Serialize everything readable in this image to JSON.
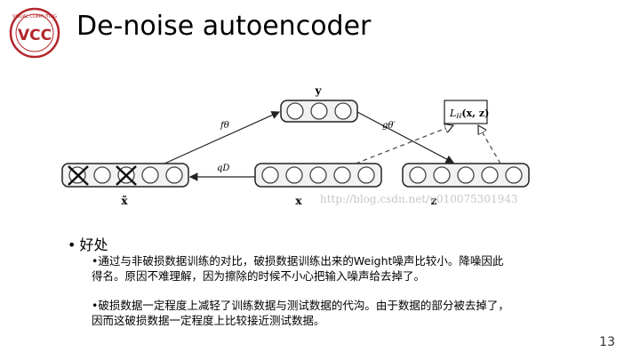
{
  "slide": {
    "title": "De-noise autoencoder",
    "page_number": "13"
  },
  "logo": {
    "text": "VCC",
    "ring_text": "VISUAL COMPUTING"
  },
  "diagram": {
    "labels": {
      "y": "y",
      "f_theta": "fθ",
      "g_theta_prime": "gθ′",
      "loss": "L",
      "loss_sub": "H",
      "loss_args": "(x, z)",
      "q_d": "qD",
      "x_tilde": "x̃",
      "x": "x",
      "z": "z"
    }
  },
  "watermark": "http://blog.csdn.net/u010075301943",
  "bullets": {
    "heading": "好处",
    "items": [
      "通过与非破损数据训练的对比，破损数据训练出来的Weight噪声比较小。降噪因此得名。原因不难理解，因为擦除的时候不小心把输入噪声给去掉了。",
      "破损数据一定程度上减轻了训练数据与测试数据的代沟。由于数据的部分被去掉了，因而这破损数据一定程度上比较接近测试数据。"
    ]
  },
  "colors": {
    "logo_red": "#b3262b",
    "node_stroke": "#444444",
    "container_stroke": "#222222",
    "watermark": "#c7c7c7"
  }
}
